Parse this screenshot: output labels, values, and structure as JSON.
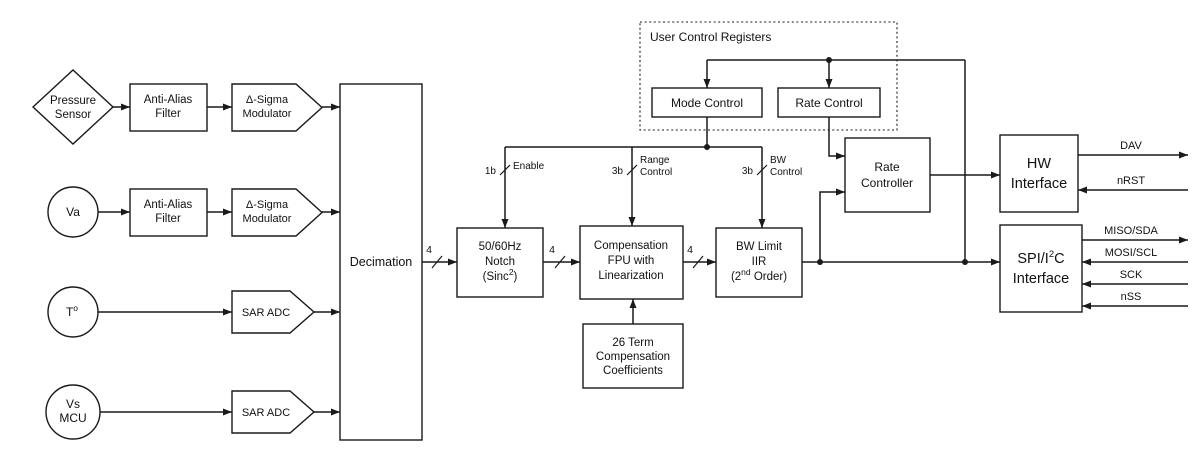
{
  "sources": {
    "pressure_sensor": {
      "lines": [
        "Pressure",
        "Sensor"
      ]
    },
    "va": {
      "label": "Va"
    },
    "temperature": {
      "base": "T",
      "sup": "o"
    },
    "vs_mcu": {
      "lines": [
        "Vs",
        "MCU"
      ]
    }
  },
  "chain": {
    "anti_alias_filter_1": {
      "lines": [
        "Anti-Alias",
        "Filter"
      ]
    },
    "anti_alias_filter_2": {
      "lines": [
        "Anti-Alias",
        "Filter"
      ]
    },
    "delta_sigma_modulator_1": {
      "lines": [
        "Δ-Sigma",
        "Modulator"
      ]
    },
    "delta_sigma_modulator_2": {
      "lines": [
        "Δ-Sigma",
        "Modulator"
      ]
    },
    "sar_adc_1": {
      "label": "SAR ADC"
    },
    "sar_adc_2": {
      "label": "SAR ADC"
    },
    "decimation": {
      "label": "Decimation"
    },
    "notch": {
      "lines": [
        "50/60Hz",
        "Notch"
      ],
      "sinc": {
        "pre": "(Sinc",
        "sup": "2",
        "post": ")"
      }
    },
    "fpu": {
      "lines": [
        "Compensation",
        "FPU with",
        "Linearization"
      ]
    },
    "bw_limit": {
      "lines": [
        "BW Limit",
        "IIR"
      ],
      "order": {
        "pre": "(2",
        "sup": "nd",
        "post": " Order)"
      }
    },
    "coefficients": {
      "lines": [
        "26 Term",
        "Compensation",
        "Coefficients"
      ]
    }
  },
  "control": {
    "user_control_registers": "User Control Registers",
    "mode_control": "Mode Control",
    "rate_control": "Rate Control",
    "rate_controller": {
      "lines": [
        "Rate",
        "Controller"
      ]
    }
  },
  "interfaces": {
    "hw": {
      "lines": [
        "HW",
        "Interface"
      ]
    },
    "spi": {
      "name": {
        "pre": "SPI/I",
        "sup": "2",
        "post": "C"
      },
      "line2": "Interface"
    }
  },
  "buses": {
    "w4a": "4",
    "w4b": "4",
    "w4c": "4",
    "enable": {
      "width": "1b",
      "name": "Enable"
    },
    "range": {
      "width": "3b",
      "name1": "Range",
      "name2": "Control"
    },
    "bw": {
      "width": "3b",
      "name1": "BW",
      "name2": "Control"
    }
  },
  "pins": {
    "dav": "DAV",
    "nrst": "nRST",
    "miso_sda": "MISO/SDA",
    "mosi_scl": "MOSI/SCL",
    "sck": "SCK",
    "nss": "nSS"
  },
  "colors": {
    "line": "#1a1a1a",
    "bg": "#ffffff"
  }
}
